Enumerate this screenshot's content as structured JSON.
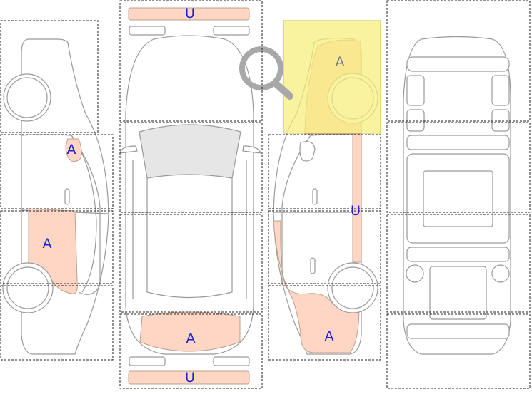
{
  "labels": {
    "front_bumper": "U",
    "rear_bumper": "U",
    "hood": "A",
    "left_front_door_mirror": "A",
    "left_front_fender": "A",
    "right_quarter_panel": "A",
    "right_rocker_panel": "U",
    "right_rear_fender": "A"
  },
  "colors": {
    "damage": "#ffd6c4",
    "highlight": "#f6ef7c",
    "label": "#1a22d8"
  },
  "icons": {
    "magnifier": "search-icon"
  }
}
